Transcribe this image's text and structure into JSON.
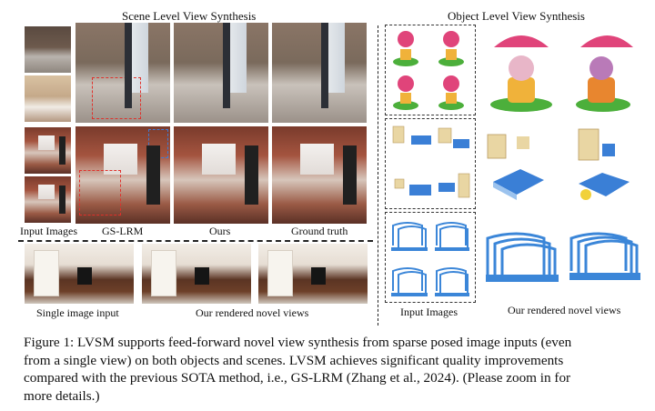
{
  "figure": {
    "scene_title": "Scene Level View Synthesis",
    "object_title": "Object Level View Synthesis",
    "labels": {
      "input_images": "Input Images",
      "gs_lrm": "GS-LRM",
      "ours": "Ours",
      "ground_truth": "Ground truth",
      "single_image_input": "Single image input",
      "our_rendered_novel_views": "Our rendered novel views",
      "object_input_images": "Input Images",
      "object_rendered_views": "Our rendered novel views"
    },
    "caption_lines": [
      "Figure 1: LVSM supports feed-forward novel view synthesis from sparse posed image inputs (even",
      "from a single view) on both objects and scenes. LVSM achieves significant quality improvements",
      "compared with the previous SOTA method, i.e., GS-LRM (Zhang et al., 2024). (Please zoom in for",
      "more details.)"
    ]
  },
  "colors": {
    "zoom_box_red": "#e0312b",
    "zoom_box_blue": "#3e7ad4",
    "toy_pink": "#e0447a",
    "toy_green": "#4caf3b",
    "furniture_blue": "#3a7fd6",
    "furniture_wood": "#e9d6a3",
    "rack_blue": "#3b86d8"
  }
}
